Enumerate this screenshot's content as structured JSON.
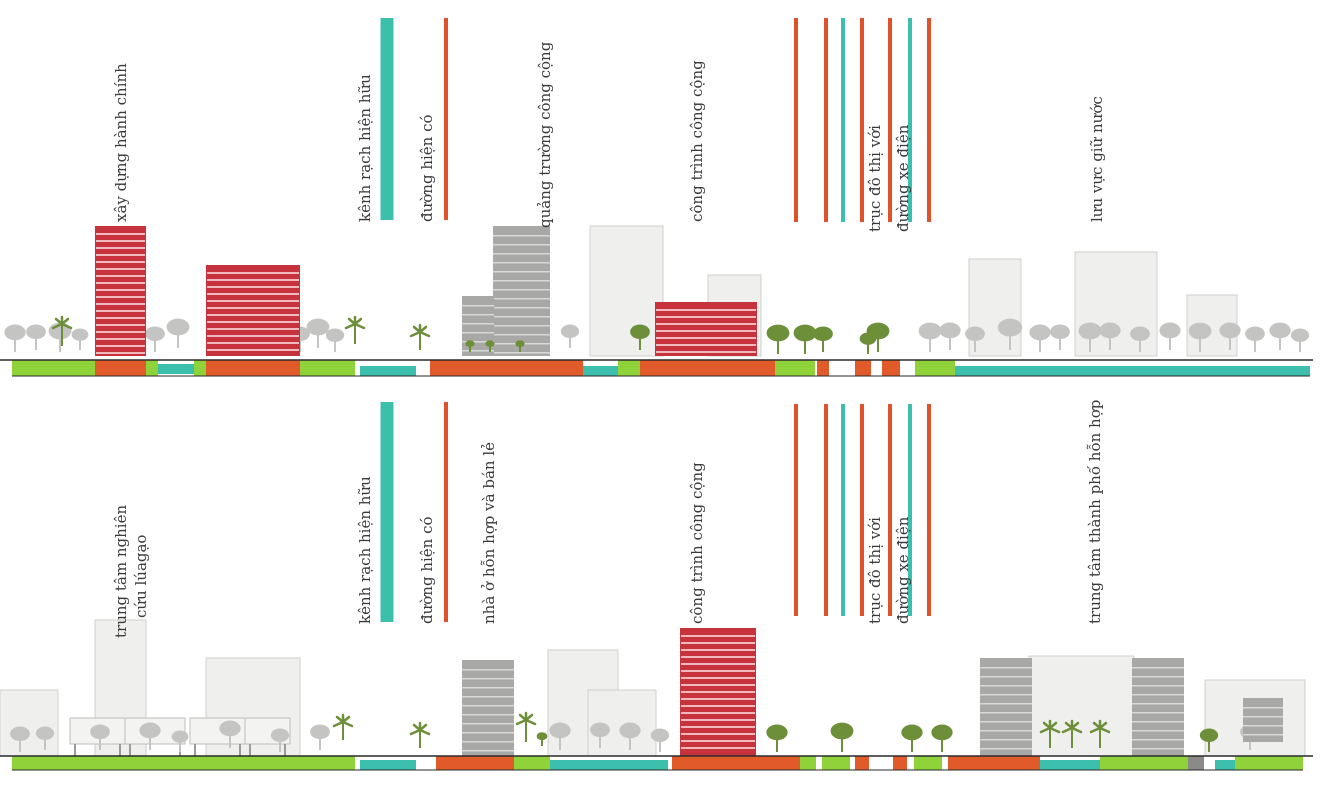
{
  "colors": {
    "building_red": "#c7333d",
    "building_stripe": "#f1b9bd",
    "building_grey": "#a8a8a6",
    "building_ghost": "#efefee",
    "ground_green": "#8fd23a",
    "ground_orange": "#e05a2a",
    "water_teal": "#3dbfae",
    "road_line": "#e0522a",
    "canal_line": "#3dbfae",
    "tree_green": "#6d8f3a",
    "tree_grey": "#c4c4c2",
    "text": "#3a3a3a"
  },
  "top_section": {
    "labels": {
      "admin": "xây dựng hành chính",
      "canal": "kênh rạch hiện hữu",
      "road": "đường hiện có",
      "square": "quảng trường công cộng",
      "public_works": "công trình công cộng",
      "axis_1": "trục đô thị với",
      "axis_2": "đường xe điện",
      "retention": "lưu vực giữ nước"
    }
  },
  "bottom_section": {
    "labels": {
      "research_1": "trung tâm nghiên",
      "research_2": "cứu lúagạo",
      "canal": "kênh rạch hiện hữu",
      "road": "đường hiện có",
      "mixed": "nhà ở hỗn hợp và bán lẻ",
      "public_works": "công trình công cộng",
      "axis_1": "trục đô thị với",
      "axis_2": "đường xe điện",
      "city_center": "trung tâm thành phố hỗn hợp"
    }
  }
}
